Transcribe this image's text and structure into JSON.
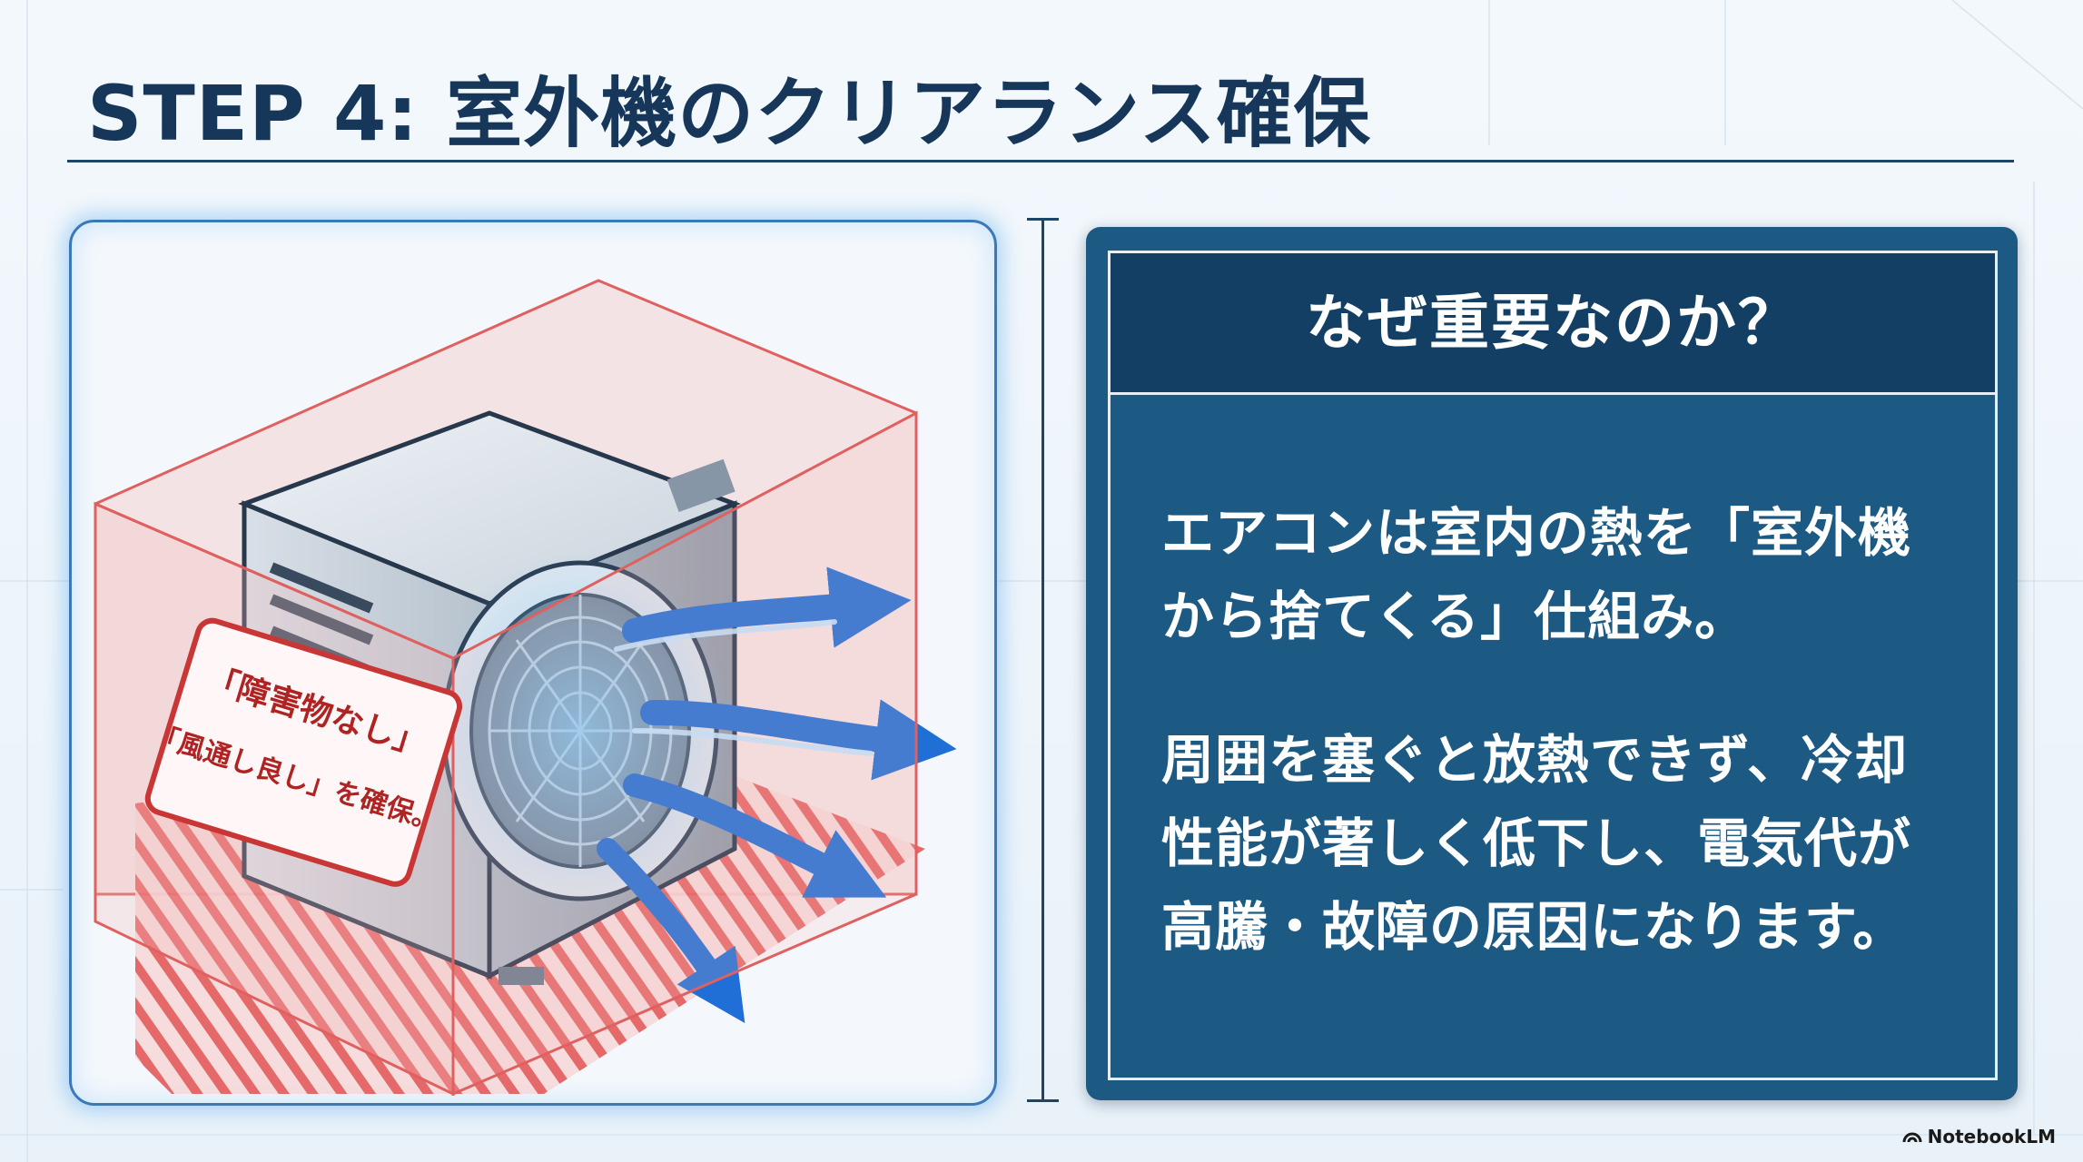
{
  "slide": {
    "title": "STEP 4: 室外機のクリアランス確保"
  },
  "illustration": {
    "sign_lines": [
      "「障害物なし」",
      "「風通し良し」を確保。"
    ]
  },
  "info": {
    "heading": "なぜ重要なのか？",
    "paragraph1": "エアコンは室内の熱を「室外機から捨てくる」仕組み。",
    "paragraph2": "周囲を塞ぐと放熱できず、冷却性能が著しく低下し、電気代が高騰・故障の原因になります。"
  },
  "branding": {
    "label": "NotebookLM",
    "icon": "notebooklm-logo-icon"
  },
  "colors": {
    "navy": "#16375a",
    "card": "#1c5a84",
    "card_header": "#123f63",
    "clearance_red": "#e0383a",
    "airflow_blue": "#2a82e4"
  }
}
